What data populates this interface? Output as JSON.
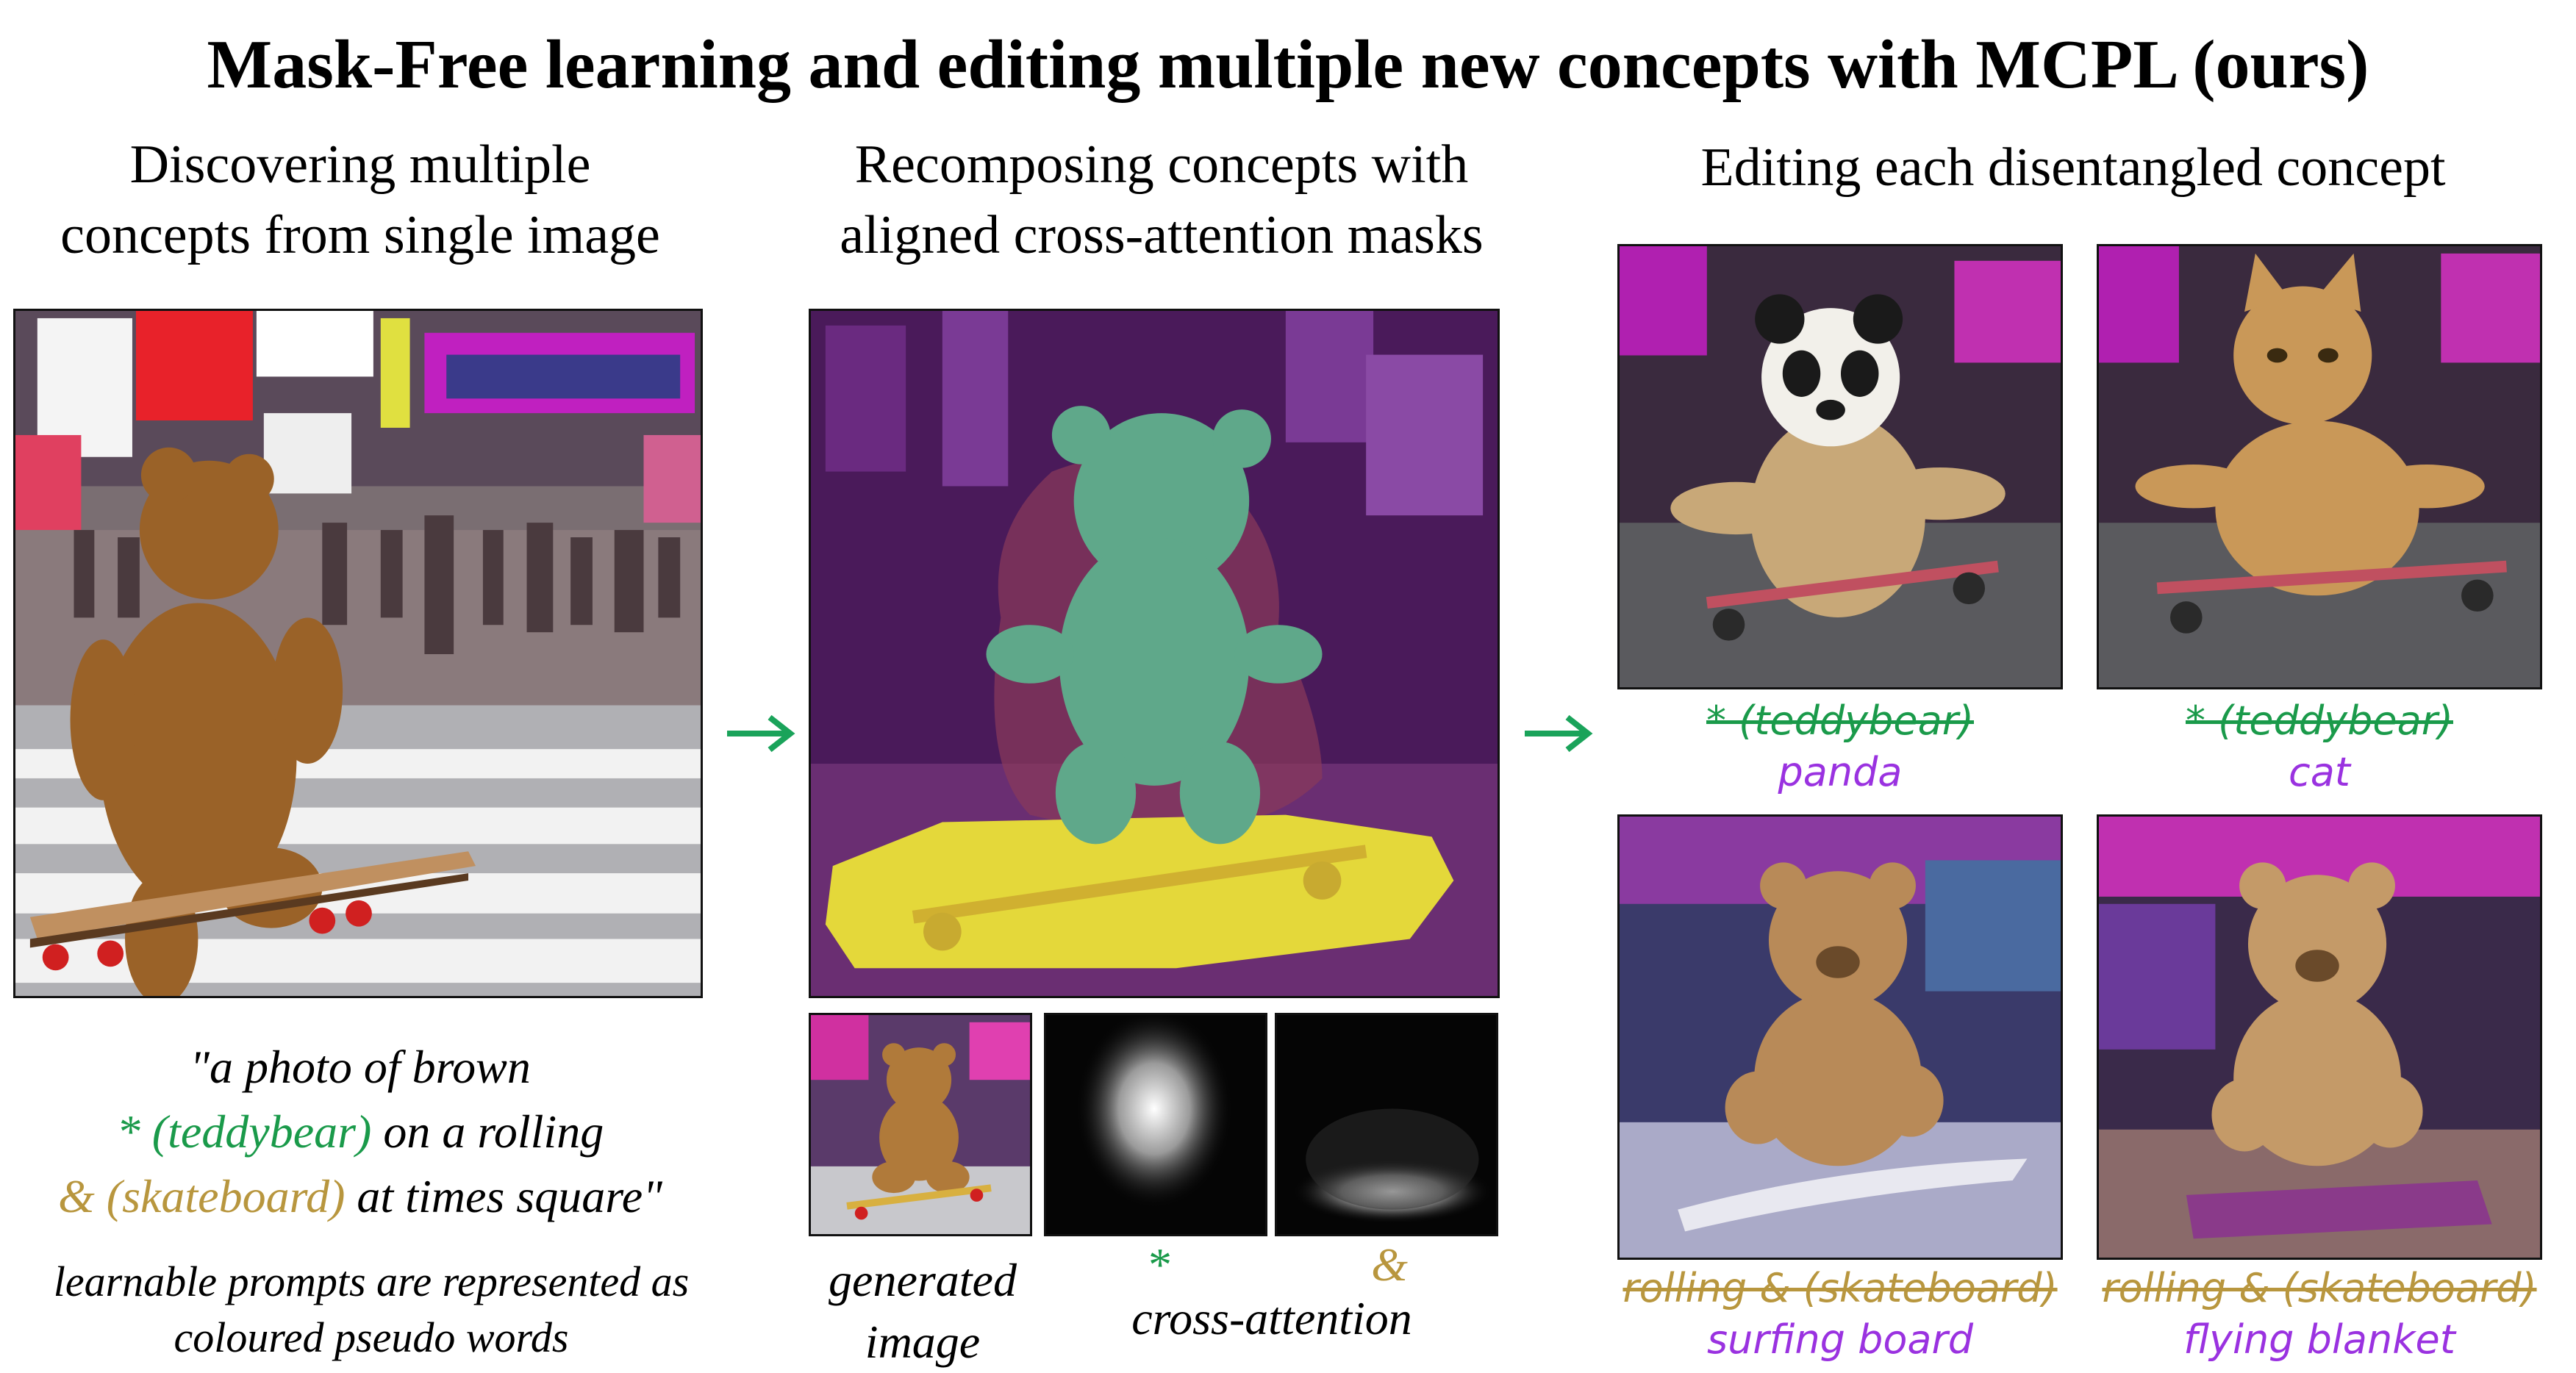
{
  "title": "Mask-Free learning and editing multiple new concepts with MCPL (ours)",
  "columns": {
    "discover": {
      "heading_line1": "Discovering multiple",
      "heading_line2": "concepts from single image"
    },
    "recompose": {
      "heading_line1": "Recomposing concepts with",
      "heading_line2": "aligned cross-attention masks"
    },
    "edit": {
      "heading": "Editing each disentangled concept"
    }
  },
  "prompt": {
    "line1": "\"a photo of brown",
    "star_token": "* (teddybear)",
    "line2_rest": " on a rolling",
    "amp_token": "& (skateboard)",
    "line3_rest": " at times square\"",
    "note_line1": "learnable prompts are represented as",
    "note_line2": "coloured pseudo words"
  },
  "recompose_captions": {
    "generated_line1": "generated",
    "generated_line2": "image",
    "star": "*",
    "amp": "&",
    "cross_attention": "cross-attention"
  },
  "edits": [
    {
      "original": "* (teddybear)",
      "replacement": "panda"
    },
    {
      "original": "* (teddybear)",
      "replacement": "cat"
    },
    {
      "original": "rolling & (skateboard)",
      "replacement": "surfing board"
    },
    {
      "original": "rolling & (skateboard)",
      "replacement": "flying blanket"
    }
  ],
  "colors": {
    "teddy_green": "#1a9a4a",
    "skate_gold": "#b8963e",
    "edit_purple": "#9a32e0",
    "arrow_green": "#1aa35a"
  }
}
